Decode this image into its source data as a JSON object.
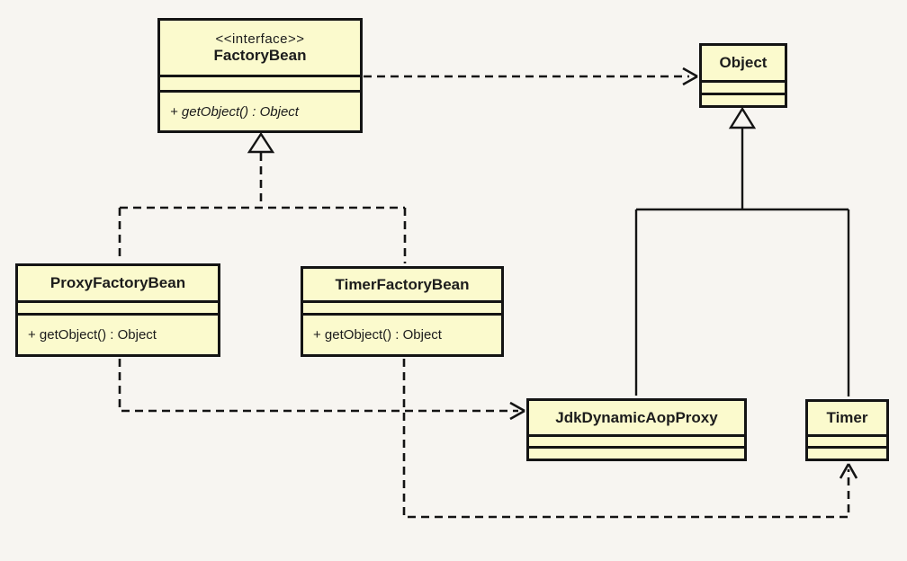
{
  "palette": {
    "page_background": "#f7f5f1",
    "box_fill": "#fbfacd",
    "box_border": "#141414",
    "line_color": "#141414",
    "text_color": "#1c1c1c"
  },
  "classes": {
    "factory_bean": {
      "stereotype": "<<interface>>",
      "name": "FactoryBean",
      "methods": [
        "+ getObject() : Object"
      ]
    },
    "object": {
      "name": "Object"
    },
    "proxy_factory_bean": {
      "name": "ProxyFactoryBean",
      "methods": [
        "+ getObject() : Object"
      ]
    },
    "timer_factory_bean": {
      "name": "TimerFactoryBean",
      "methods": [
        "+ getObject() : Object"
      ]
    },
    "jdk_dynamic_aop_proxy": {
      "name": "JdkDynamicAopProxy"
    },
    "timer": {
      "name": "Timer"
    }
  },
  "relationships": [
    {
      "from": "FactoryBean",
      "to": "Object",
      "type": "dependency",
      "style": "dashed-open-arrow"
    },
    {
      "from": "ProxyFactoryBean",
      "to": "FactoryBean",
      "type": "realization",
      "style": "dashed-hollow-triangle"
    },
    {
      "from": "TimerFactoryBean",
      "to": "FactoryBean",
      "type": "realization",
      "style": "dashed-hollow-triangle"
    },
    {
      "from": "JdkDynamicAopProxy",
      "to": "Object",
      "type": "generalization",
      "style": "solid-hollow-triangle"
    },
    {
      "from": "Timer",
      "to": "Object",
      "type": "generalization",
      "style": "solid-hollow-triangle"
    },
    {
      "from": "ProxyFactoryBean",
      "to": "JdkDynamicAopProxy",
      "type": "dependency",
      "style": "dashed-open-arrow"
    },
    {
      "from": "TimerFactoryBean",
      "to": "Timer",
      "type": "dependency",
      "style": "dashed-open-arrow"
    }
  ]
}
